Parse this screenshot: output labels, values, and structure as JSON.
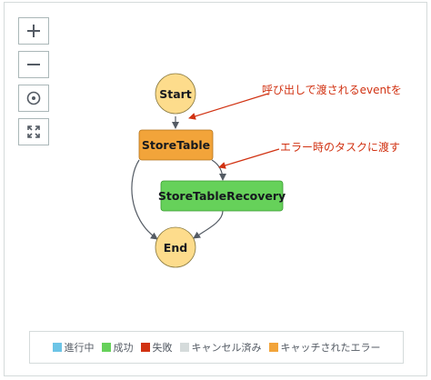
{
  "controls": {
    "zoom_in": {
      "icon": "plus-icon"
    },
    "zoom_out": {
      "icon": "minus-icon"
    },
    "center": {
      "icon": "target-icon"
    },
    "fit": {
      "icon": "expand-icon"
    }
  },
  "graph": {
    "nodes": {
      "start": {
        "label": "Start",
        "state": "start-end",
        "color": "#fddc8c"
      },
      "store_table": {
        "label": "StoreTable",
        "state": "caught-error",
        "color": "#f2a43a"
      },
      "store_table_recovery": {
        "label": "StoreTableRecovery",
        "state": "succeeded",
        "color": "#66d15a"
      },
      "end": {
        "label": "End",
        "state": "start-end",
        "color": "#fddc8c"
      }
    },
    "annotations": {
      "event": "呼び出しで渡されるeventを",
      "error": "エラー時のタスクに渡す"
    },
    "annotation_color": "#d13212"
  },
  "legend": {
    "items": [
      {
        "label": "進行中",
        "color": "#6cc4e6"
      },
      {
        "label": "成功",
        "color": "#66d15a"
      },
      {
        "label": "失敗",
        "color": "#d13212"
      },
      {
        "label": "キャンセル済み",
        "color": "#d5dbdb"
      },
      {
        "label": "キャッチされたエラー",
        "color": "#f2a43a"
      }
    ]
  }
}
